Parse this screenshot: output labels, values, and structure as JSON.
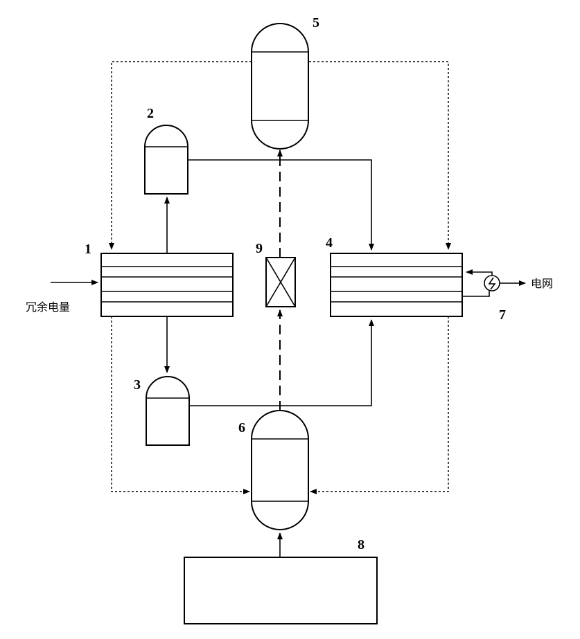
{
  "labels": {
    "n1": "1",
    "n2": "2",
    "n3": "3",
    "n4": "4",
    "n5": "5",
    "n6": "6",
    "n7": "7",
    "n8": "8",
    "n9": "9",
    "input_text": "冗余电量",
    "output_text": "电网"
  }
}
